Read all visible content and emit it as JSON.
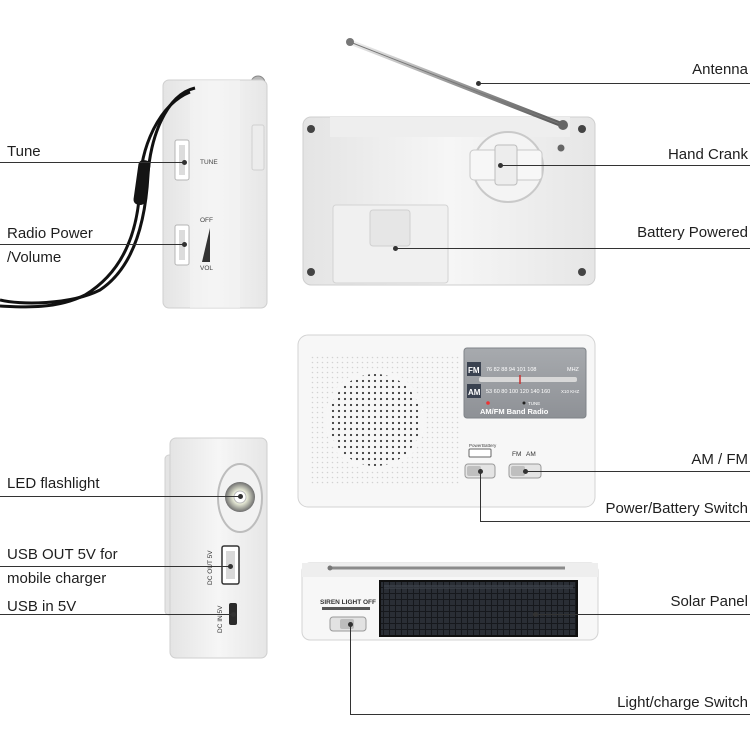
{
  "callouts": {
    "antenna": "Antenna",
    "hand_crank": "Hand Crank",
    "battery_powered": "Battery Powered",
    "tune": "Tune",
    "radio_power_1": "Radio Power",
    "radio_power_2": "/Volume",
    "am_fm": "AM / FM",
    "power_battery_switch": "Power/Battery Switch",
    "led_flashlight": "LED flashlight",
    "usb_out_1": "USB OUT 5V for",
    "usb_out_2": "mobile charger",
    "usb_in": "USB in 5V",
    "solar_panel": "Solar Panel",
    "light_charge_switch": "Light/charge Switch"
  },
  "device_text": {
    "side_tune": "TUNE",
    "side_off": "OFF",
    "side_vol": "VOL",
    "dial_fm": "FM",
    "dial_am": "AM",
    "dial_fm_scale": "76  82  88  94  101 108",
    "dial_am_scale": "53   60  80 100 120 140 160",
    "dial_mhz": "MHZ",
    "dial_khz": "X10 KHZ",
    "dial_tune": "TUNE",
    "dial_title": "AM/FM Band Radio",
    "switch_fm": "FM",
    "switch_am": "AM",
    "switch_power": "Power",
    "switch_battery": "Battery",
    "usb_out_port": "DC OUT 5V",
    "usb_in_port": "DC IN 5V",
    "siren_light_off": "SIREN LIGHT OFF"
  }
}
